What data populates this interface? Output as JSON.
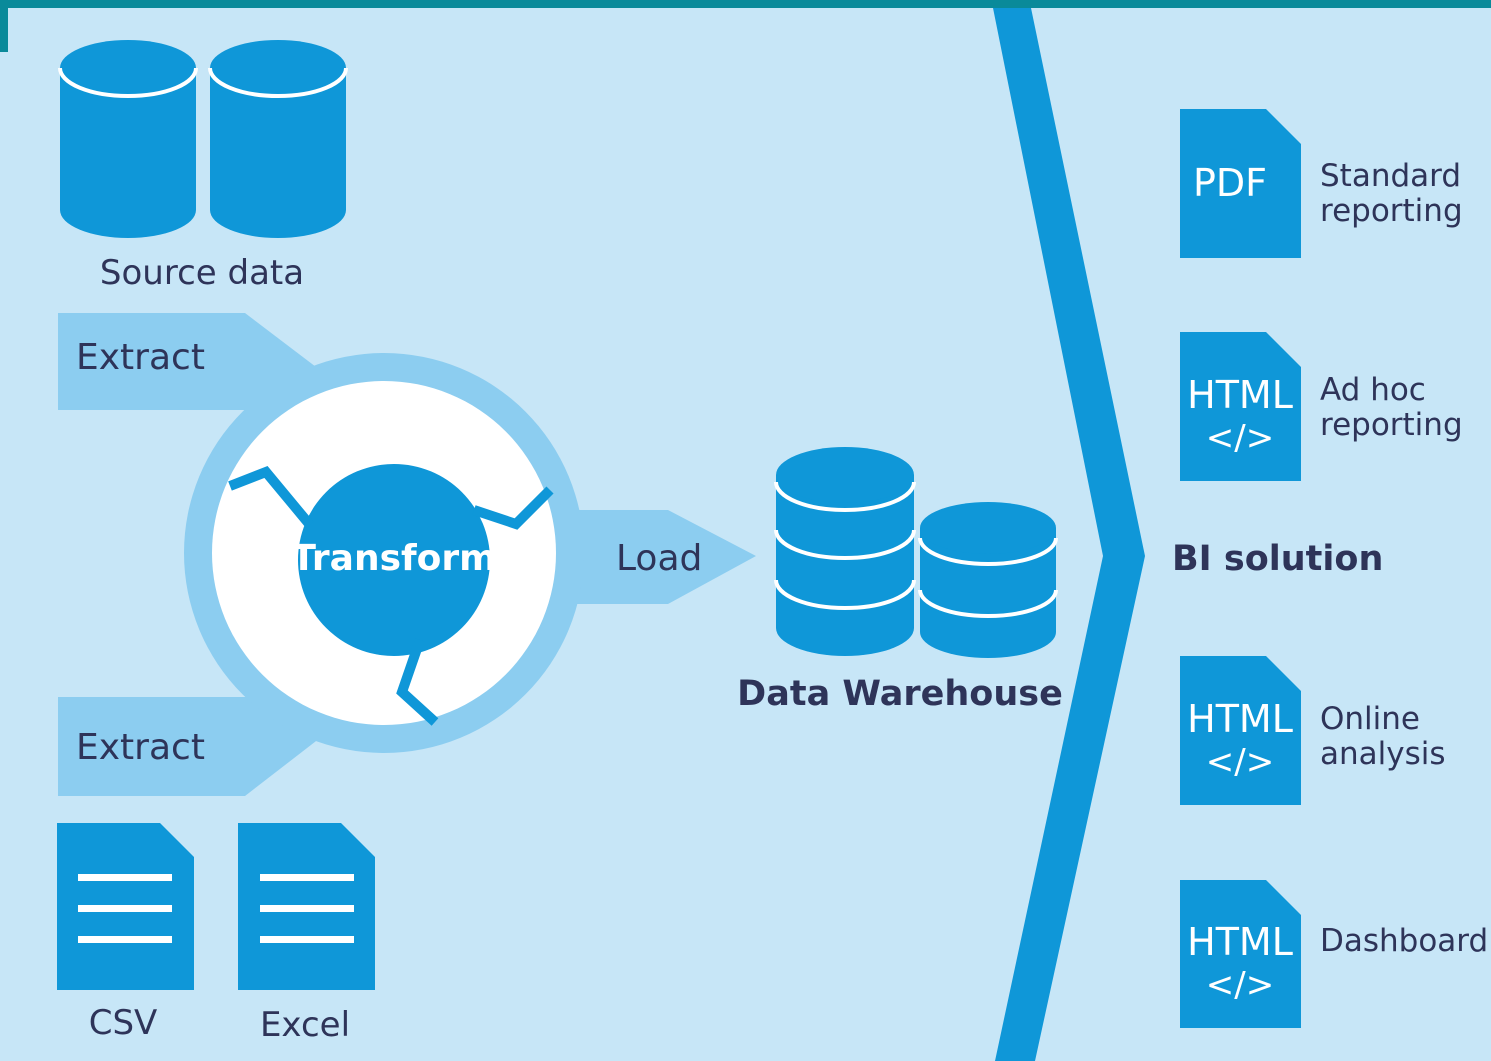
{
  "colors": {
    "background": "#c7e6f7",
    "primary_blue": "#0f97d8",
    "light_blue": "#8ccdf0",
    "text_dark": "#2e3459",
    "frame_teal": "#0a8a9a",
    "white": "#ffffff"
  },
  "sources": {
    "databases_label": "Source data",
    "files": [
      {
        "label": "CSV",
        "icon": "document-lines-icon"
      },
      {
        "label": "Excel",
        "icon": "document-lines-icon"
      }
    ]
  },
  "etl": {
    "extract_top": "Extract",
    "extract_bottom": "Extract",
    "transform": "Transform",
    "load": "Load"
  },
  "warehouse": {
    "label": "Data Warehouse",
    "icon": "database-stack-icon"
  },
  "bi": {
    "label": "BI solution",
    "outputs": [
      {
        "type": "PDF",
        "code": "",
        "line1": "Standard",
        "line2": "reporting"
      },
      {
        "type": "HTML",
        "code": "</>",
        "line1": "Ad hoc",
        "line2": "reporting"
      },
      {
        "type": "HTML",
        "code": "</>",
        "line1": "Online",
        "line2": "analysis"
      },
      {
        "type": "HTML",
        "code": "</>",
        "line1": "Dashboard",
        "line2": ""
      }
    ]
  }
}
